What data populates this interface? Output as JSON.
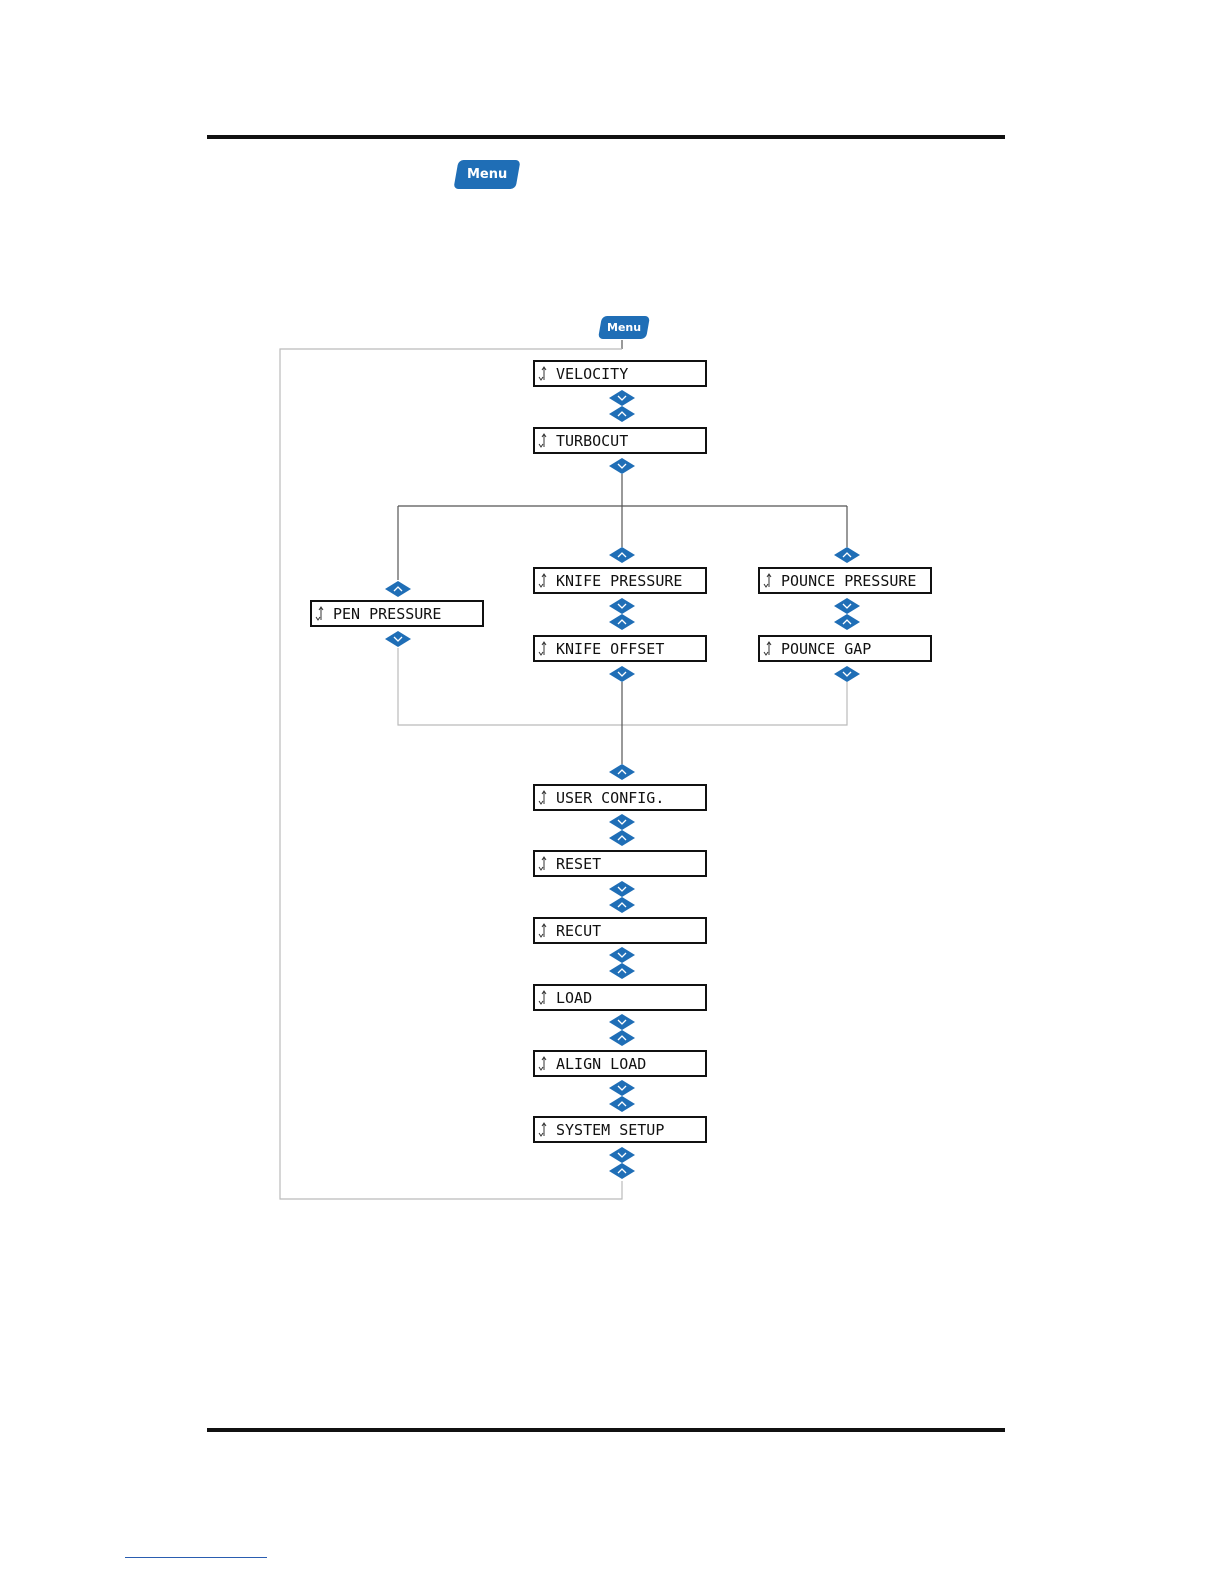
{
  "header": {
    "menu_button_label": "Menu"
  },
  "diagram": {
    "start_button_label": "Menu",
    "menu_items": [
      {
        "id": "velocity",
        "label": "VELOCITY"
      },
      {
        "id": "turbocut",
        "label": "TURBOCUT"
      },
      {
        "id": "pen-pressure",
        "label": "PEN PRESSURE"
      },
      {
        "id": "knife-pressure",
        "label": "KNIFE PRESSURE"
      },
      {
        "id": "knife-offset",
        "label": "KNIFE OFFSET"
      },
      {
        "id": "pounce-pressure",
        "label": "POUNCE PRESSURE"
      },
      {
        "id": "pounce-gap",
        "label": "POUNCE GAP"
      },
      {
        "id": "user-config",
        "label": "USER CONFIG."
      },
      {
        "id": "reset",
        "label": "RESET"
      },
      {
        "id": "recut",
        "label": "RECUT"
      },
      {
        "id": "load",
        "label": "LOAD"
      },
      {
        "id": "align-load",
        "label": "ALIGN LOAD"
      },
      {
        "id": "system-setup",
        "label": "SYSTEM SETUP"
      }
    ],
    "colors": {
      "button_blue": "#1f6eb6",
      "connector": "#555555",
      "loop_line": "#bbbbbb"
    },
    "icons": {
      "lcd_icon": "up-down-arrow-icon",
      "nav_down": "chevron-down-icon",
      "nav_up": "chevron-up-icon"
    }
  }
}
